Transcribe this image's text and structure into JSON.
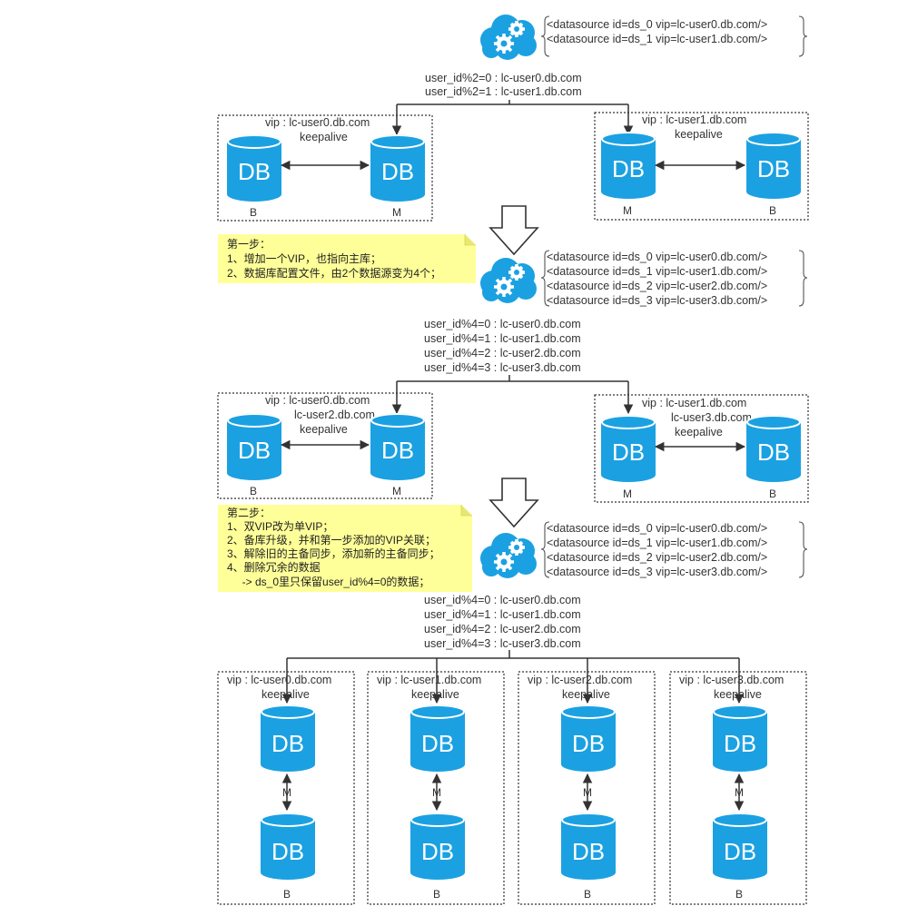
{
  "colors": {
    "db": "#1ba1e2",
    "note_bg": "#ffff99",
    "line": "#333333",
    "cloud": "#1ba1e2"
  },
  "icons": {
    "cloud": "cloud-gear-icon",
    "arrow": "hollow-down-arrow-icon"
  },
  "stage1": {
    "datasources": [
      "<datasource id=ds_0 vip=lc-user0.db.com/>",
      "<datasource id=ds_1 vip=lc-user1.db.com/>"
    ],
    "routing": [
      "user_id%2=0 : lc-user0.db.com",
      "user_id%2=1 : lc-user1.db.com"
    ],
    "left_group": {
      "vip": "vip : lc-user0.db.com",
      "keepalive": "keepalive",
      "db_a": "DB",
      "db_b": "DB",
      "role_a": "B",
      "role_b": "M"
    },
    "right_group": {
      "vip": "vip : lc-user1.db.com",
      "keepalive": "keepalive",
      "db_a": "DB",
      "db_b": "DB",
      "role_a": "M",
      "role_b": "B"
    }
  },
  "note1": {
    "lines": [
      "第一步：",
      "1、增加一个VIP，也指向主库；",
      "2、数据库配置文件，由2个数据源变为4个；"
    ]
  },
  "stage2": {
    "datasources": [
      "<datasource id=ds_0 vip=lc-user0.db.com/>",
      "<datasource id=ds_1 vip=lc-user1.db.com/>",
      "<datasource id=ds_2 vip=lc-user2.db.com/>",
      "<datasource id=ds_3 vip=lc-user3.db.com/>"
    ],
    "routing": [
      "user_id%4=0 : lc-user0.db.com",
      "user_id%4=1 : lc-user1.db.com",
      "user_id%4=2 : lc-user2.db.com",
      "user_id%4=3 : lc-user3.db.com"
    ],
    "left_group": {
      "vip": "vip : lc-user0.db.com",
      "vip2": "lc-user2.db.com",
      "keepalive": "keepalive",
      "db_a": "DB",
      "db_b": "DB",
      "role_a": "B",
      "role_b": "M"
    },
    "right_group": {
      "vip": "vip : lc-user1.db.com",
      "vip2": "lc-user3.db.com",
      "keepalive": "keepalive",
      "db_a": "DB",
      "db_b": "DB",
      "role_a": "M",
      "role_b": "B"
    }
  },
  "note2": {
    "lines": [
      "第二步：",
      "1、双VIP改为单VIP；",
      "2、备库升级，并和第一步添加的VIP关联；",
      "3、解除旧的主备同步，添加新的主备同步；",
      "4、删除冗余的数据",
      "     -> ds_0里只保留user_id%4=0的数据；"
    ]
  },
  "stage3": {
    "datasources": [
      "<datasource id=ds_0 vip=lc-user0.db.com/>",
      "<datasource id=ds_1 vip=lc-user1.db.com/>",
      "<datasource id=ds_2 vip=lc-user2.db.com/>",
      "<datasource id=ds_3 vip=lc-user3.db.com/>"
    ],
    "routing": [
      "user_id%4=0 : lc-user0.db.com",
      "user_id%4=1 : lc-user1.db.com",
      "user_id%4=2 : lc-user2.db.com",
      "user_id%4=3 : lc-user3.db.com"
    ],
    "groups": [
      {
        "vip": "vip : lc-user0.db.com",
        "keepalive": "keepalive",
        "db_top": "DB",
        "db_bottom": "DB",
        "link": "M",
        "role": "B"
      },
      {
        "vip": "vip : lc-user1.db.com",
        "keepalive": "keepalive",
        "db_top": "DB",
        "db_bottom": "DB",
        "link": "M",
        "role": "B"
      },
      {
        "vip": "vip : lc-user2.db.com",
        "keepalive": "keepalive",
        "db_top": "DB",
        "db_bottom": "DB",
        "link": "M",
        "role": "B"
      },
      {
        "vip": "vip : lc-user3.db.com",
        "keepalive": "keepalive",
        "db_top": "DB",
        "db_bottom": "DB",
        "link": "M",
        "role": "B"
      }
    ]
  }
}
